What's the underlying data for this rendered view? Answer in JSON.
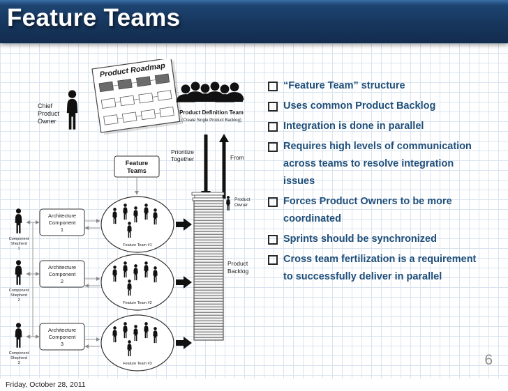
{
  "slide": {
    "title": "Feature Teams",
    "page_number": "6",
    "footer_date": "Friday, October 28, 2011"
  },
  "bullets": [
    "“Feature Team” structure",
    "Uses common Product Backlog",
    "Integration is done in parallel",
    "Requires high levels of communication across teams to resolve integration issues",
    "Forces Product Owners to be more coordinated",
    "Sprints should be synchronized",
    "Cross team fertilization is a requirement to successfully deliver in parallel"
  ],
  "diagram": {
    "roadmap_title": "Product Roadmap",
    "chief_lines": [
      "Chief",
      "Product",
      "Owner"
    ],
    "pdt_title": "Product Definition Team",
    "pdt_sub": "(Create Single Product Backlog)",
    "feature_teams_lines": [
      "Feature",
      "Teams"
    ],
    "prioritize_lines": [
      "Prioritize",
      "Together"
    ],
    "from_label": "From",
    "product_owner_lines": [
      "Product",
      "Owner"
    ],
    "product_backlog_lines": [
      "Product",
      "Backlog"
    ],
    "arch_components": [
      [
        "Architecture",
        "Component",
        "1"
      ],
      [
        "Architecture",
        "Component",
        "2"
      ],
      [
        "Architecture",
        "Component",
        "3"
      ]
    ],
    "shepherds": [
      [
        "Component",
        "Shepherd",
        "1"
      ],
      [
        "Component",
        "Shepherd",
        "2"
      ],
      [
        "Component",
        "Shepherd",
        "3"
      ]
    ],
    "team_labels": [
      "Feature Team #1",
      "Feature Team #2",
      "Feature Team #3"
    ]
  },
  "colors": {
    "title_bar": "#17365D",
    "bullet_text": "#1F4E79",
    "grid_line": "#D8E4F0",
    "page_number": "#8C8C8C"
  }
}
